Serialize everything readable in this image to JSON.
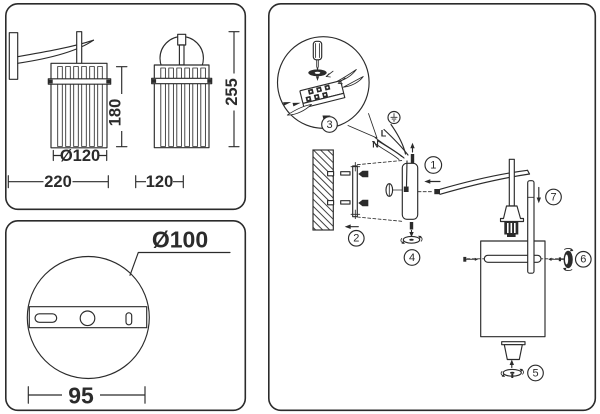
{
  "theme": {
    "ink": "#2b2b2b",
    "bg": "#ffffff",
    "panel_border": "#2b2b2b"
  },
  "panels": {
    "product_dimensions": {
      "side_view": {
        "shade_height": "180",
        "overall_width": "220",
        "shade_diameter": "Ø120"
      },
      "front_view": {
        "overall_height": "255",
        "shade_width": "120"
      }
    },
    "mounting_plate": {
      "plate_diameter": "Ø100",
      "hole_spacing": "95"
    },
    "installation": {
      "steps": [
        "1",
        "2",
        "3",
        "4",
        "5",
        "6",
        "7"
      ],
      "wire_labels": {
        "live": "L",
        "neutral": "N",
        "earth_icon": "protective-earth-symbol"
      }
    }
  }
}
